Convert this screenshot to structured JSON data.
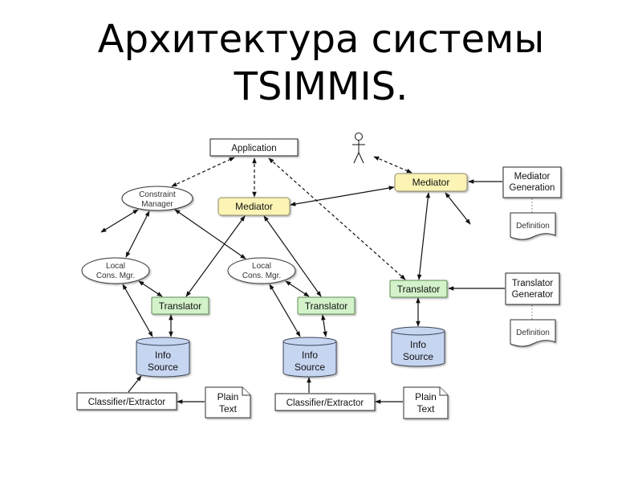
{
  "slide": {
    "title_line1": "Архитектура системы",
    "title_line2": "TSIMMIS."
  },
  "diagram": {
    "application": "Application",
    "person": {
      "icon": "person-icon"
    },
    "constraint_manager": [
      "Constraint",
      "Manager"
    ],
    "mediator_center": "Mediator",
    "mediator_right": "Mediator",
    "mediator_generation": [
      "Mediator",
      "Generation"
    ],
    "mediator_definition": "Definition",
    "local_cons_mgr_left": [
      "Local",
      "Cons. Mgr."
    ],
    "local_cons_mgr_right": [
      "Local",
      "Cons. Mgr."
    ],
    "translator_left": "Translator",
    "translator_center": "Translator",
    "translator_right": "Translator",
    "translator_generator": [
      "Translator",
      "Generator"
    ],
    "translator_definition": "Definition",
    "info_source_left": [
      "Info",
      "Source"
    ],
    "info_source_center": [
      "Info",
      "Source"
    ],
    "info_source_right": [
      "Info",
      "Source"
    ],
    "classifier_extractor_left": "Classifier/Extractor",
    "classifier_extractor_center": "Classifier/Extractor",
    "plain_text_left": [
      "Plain",
      "Text"
    ],
    "plain_text_center": [
      "Plain",
      "Text"
    ]
  },
  "colors": {
    "mediator_fill": "#fbf4b5",
    "translator_fill": "#d3f2ca",
    "info_source_fill": "#c6d5f0"
  }
}
